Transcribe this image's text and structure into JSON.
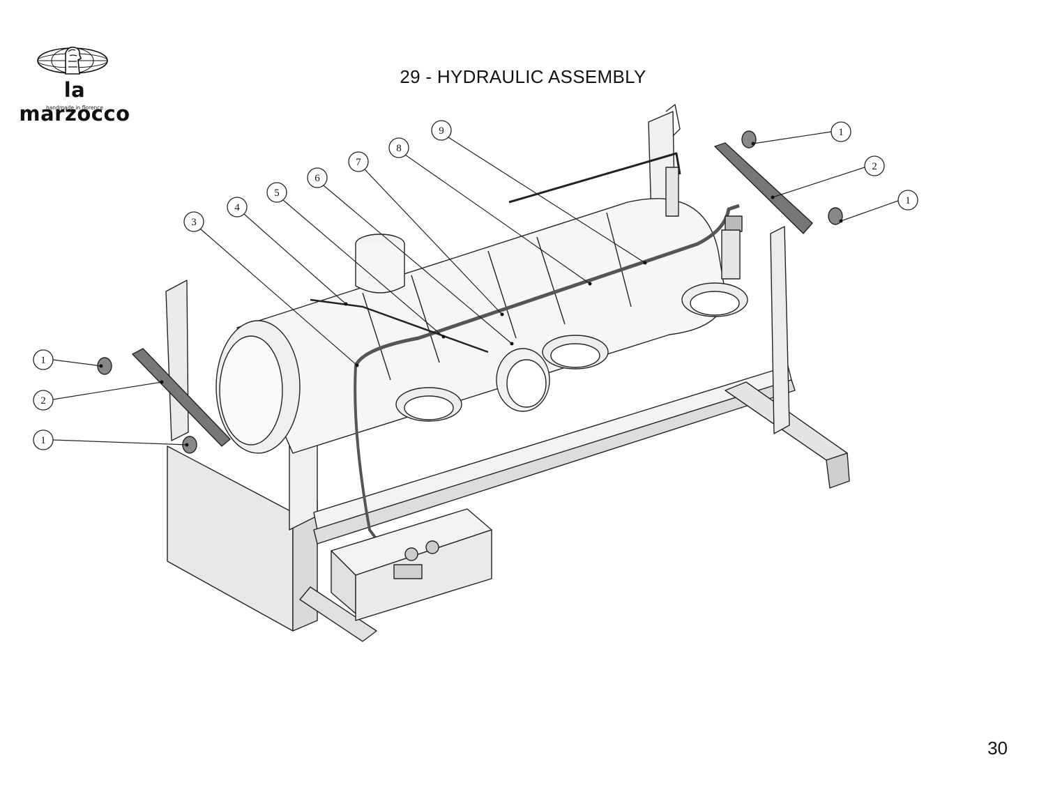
{
  "brand": {
    "name": "la marzocco",
    "tagline": "handmade in florence",
    "logo_icon": "lion-globe-icon"
  },
  "header": {
    "title": "29 - HYDRAULIC ASSEMBLY"
  },
  "footer": {
    "page_number": "30"
  },
  "callouts": [
    {
      "label": "1"
    },
    {
      "label": "2"
    },
    {
      "label": "1"
    },
    {
      "label": "1"
    },
    {
      "label": "2"
    },
    {
      "label": "1"
    },
    {
      "label": "3"
    },
    {
      "label": "4"
    },
    {
      "label": "5"
    },
    {
      "label": "6"
    },
    {
      "label": "7"
    },
    {
      "label": "8"
    },
    {
      "label": "9"
    }
  ]
}
